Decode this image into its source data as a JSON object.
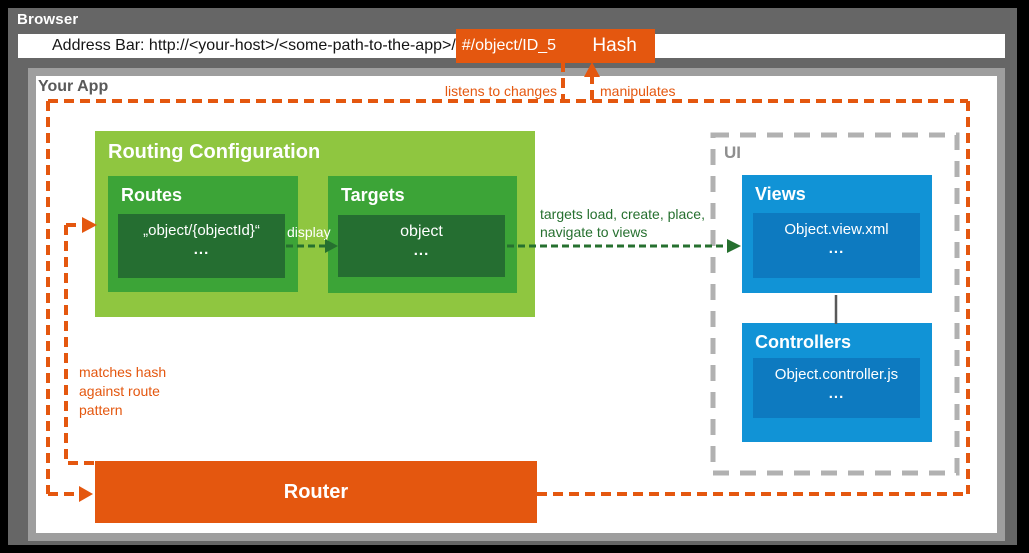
{
  "browser": {
    "title": "Browser",
    "address_bar": {
      "text": "Address Bar: http://<your-host>/<some-path-to-the-app>/",
      "hash_value": "#/object/ID_5",
      "hash_label": "Hash"
    }
  },
  "app": {
    "title": "Your App",
    "routing_configuration": {
      "title": "Routing Configuration",
      "routes": {
        "title": "Routes",
        "entry": "„object/{objectId}“",
        "more": "..."
      },
      "targets": {
        "title": "Targets",
        "entry": "object",
        "more": "..."
      }
    },
    "ui": {
      "title": "UI",
      "views": {
        "title": "Views",
        "entry": "Object.view.xml",
        "more": "..."
      },
      "controllers": {
        "title": "Controllers",
        "entry": "Object.controller.js",
        "more": "..."
      }
    },
    "router": {
      "label": "Router"
    },
    "labels": {
      "listens": "listens to changes",
      "manipulates": "manipulates",
      "matches": [
        "matches hash",
        "against route",
        "pattern"
      ],
      "display": "display",
      "targets_load": [
        "targets load, create, place,",
        "navigate to views"
      ]
    }
  },
  "colors": {
    "orange": "#E4570F",
    "light_green": "#8FC640",
    "medium_green": "#3CA437",
    "dark_green": "#256E31",
    "arrow_green": "#26702F",
    "blue": "#1193D6",
    "dark_blue": "#0D7AC0",
    "chrome_gray": "#666666",
    "panel_border_gray": "#9E9E9E",
    "ui_dash_gray": "#B1B1B1",
    "text_gray": "#595959"
  }
}
